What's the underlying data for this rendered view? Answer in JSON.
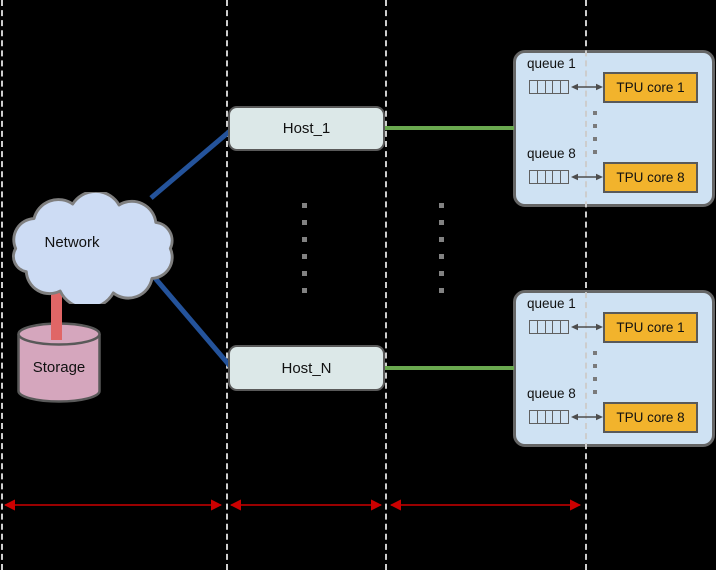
{
  "diagram": {
    "network": {
      "label": "Network"
    },
    "storage": {
      "label": "Storage"
    },
    "hosts": [
      {
        "label": "Host_1"
      },
      {
        "label": "Host_N"
      }
    ],
    "tpu_panels": [
      {
        "rows": [
          {
            "queue_label": "queue 1",
            "tpu_label": "TPU core 1"
          },
          {
            "queue_label": "queue 8",
            "tpu_label": "TPU core 8"
          }
        ]
      },
      {
        "rows": [
          {
            "queue_label": "queue 1",
            "tpu_label": "TPU core 1"
          },
          {
            "queue_label": "queue 8",
            "tpu_label": "TPU core 8"
          }
        ]
      }
    ],
    "colors": {
      "panel_fill": "#cfe2f3",
      "panel_border": "#666666",
      "host_fill": "#dce8e8",
      "host_border": "#595959",
      "tpu_fill": "#f2b32c",
      "tpu_border": "#595959",
      "cloud_fill": "#cddcf4",
      "cloud_border": "#7f7f7f",
      "storage_fill": "#d5a6bd",
      "storage_border": "#595959",
      "storage_link": "#e06666",
      "network_link": "#24539b",
      "host_tpu_link": "#6aa84f",
      "dimension_line": "#cc0000",
      "divider_line": "#cdcdcd",
      "queue_border": "#606060",
      "arrow_color": "#4d4d4d"
    }
  }
}
